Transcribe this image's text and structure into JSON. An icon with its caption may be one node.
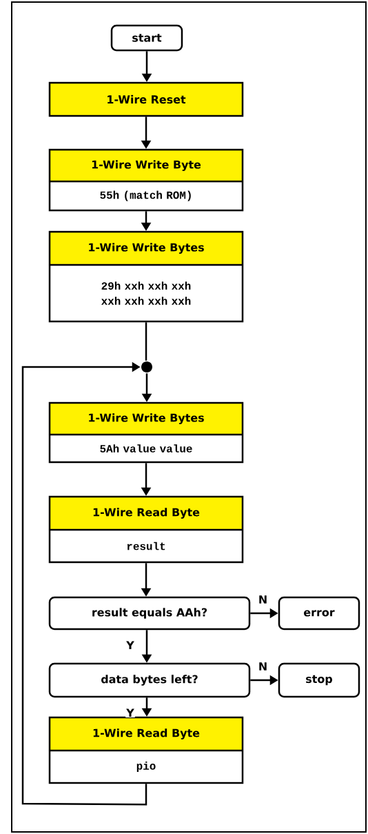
{
  "diagram": {
    "nodes": [
      {
        "text": [
          "start"
        ]
      },
      {
        "text": [
          "1-Wire Reset"
        ]
      },
      {
        "text": [
          "1-Wire Write Byte",
          "55h (match ROM)"
        ]
      },
      {
        "text": [
          "1-Wire Write Bytes",
          "29h xxh xxh xxh xxh xxh xxh xxh"
        ]
      },
      {
        "text": [],
        "shape": "circle"
      },
      {
        "text": [
          "1-Wire Write Bytes",
          "5Ah value value"
        ]
      },
      {
        "text": [
          "1-Wire Read Byte",
          "result"
        ]
      },
      {
        "text": [
          "result equals AAh?"
        ]
      },
      {
        "text": [
          "error"
        ]
      },
      {
        "text": [
          "data bytes left?"
        ]
      },
      {
        "text": [
          "stop"
        ]
      },
      {
        "text": [
          "1-Wire Read Byte",
          "pio"
        ]
      }
    ],
    "edges": [
      {
        "from": 0,
        "to": 1,
        "arrow": "to"
      },
      {
        "from": 1,
        "to": 2,
        "arrow": "to"
      },
      {
        "from": 2,
        "to": 3,
        "arrow": "to"
      },
      {
        "from": 3,
        "to": 4,
        "arrow": "none"
      },
      {
        "from": 4,
        "to": 5,
        "arrow": "to"
      },
      {
        "from": 5,
        "to": 6,
        "arrow": "to"
      },
      {
        "from": 6,
        "to": 7,
        "arrow": "to"
      },
      {
        "from": 7,
        "to": 8,
        "label": "N",
        "arrow": "to"
      },
      {
        "from": 7,
        "to": 9,
        "label": "Y",
        "arrow": "to"
      },
      {
        "from": 9,
        "to": 10,
        "label": "N",
        "arrow": "to"
      },
      {
        "from": 9,
        "to": 11,
        "label": "Y",
        "arrow": "to"
      },
      {
        "from": 11,
        "to": 4,
        "arrow": "to"
      }
    ]
  }
}
